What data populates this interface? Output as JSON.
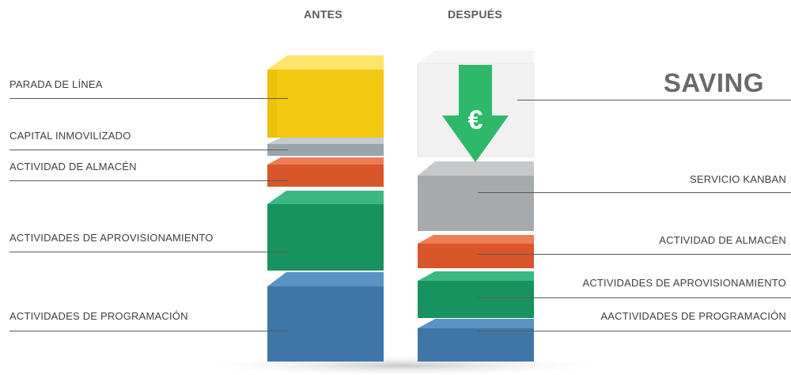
{
  "headers": {
    "before": "ANTES",
    "after": "DESPUÉS"
  },
  "saving_label": "SAVING",
  "euro_symbol": "€",
  "before_column": {
    "blocks": [
      {
        "key": "parada",
        "label": "PARADA DE LÍNEA",
        "color": "#f2c811"
      },
      {
        "key": "capital",
        "label": "CAPITAL INMOVILIZADO",
        "color": "#9aa5ab"
      },
      {
        "key": "almacen",
        "label": "ACTIVIDAD DE ALMACÉN",
        "color": "#d9552a"
      },
      {
        "key": "aprov",
        "label": "ACTIVIDADES DE APROVISIONAMIENTO",
        "color": "#17935f"
      },
      {
        "key": "prog",
        "label": "ACTIVIDADES DE PROGRAMACIÓN",
        "color": "#3f76a8"
      }
    ]
  },
  "after_column": {
    "blocks": [
      {
        "key": "ghost",
        "label": "",
        "color": "#f2f2f2"
      },
      {
        "key": "kanban",
        "label": "SERVICIO KANBAN",
        "color": "#a7aaac"
      },
      {
        "key": "almacen",
        "label": "ACTIVIDAD DE ALMACÉN",
        "color": "#d9552a"
      },
      {
        "key": "aprov",
        "label": "ACTIVIDADES DE APROVISIONAMIENTO",
        "color": "#17935f"
      },
      {
        "key": "prog",
        "label": "AACTIVIDADES DE PROGRAMACIÓN",
        "color": "#3f76a8"
      }
    ]
  },
  "arrow_color": "#2db86a"
}
